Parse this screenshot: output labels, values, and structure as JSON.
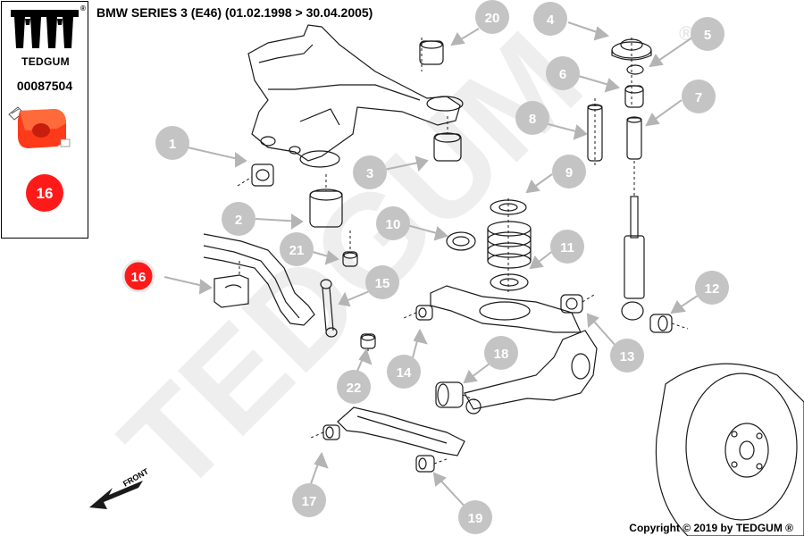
{
  "header": {
    "title": "BMW SERIES 3 (E46)  (01.02.1998 > 30.04.2005)"
  },
  "panel": {
    "brand": "TEDGUM",
    "registered": "®",
    "article_number": "00087504",
    "highlight_part": "16"
  },
  "watermark": {
    "text": "TEDGUM",
    "registered": "®"
  },
  "front_label": "FRONT",
  "copyright": "Copyright © 2019 by TEDGUM ®",
  "colors": {
    "callout_gray": "#c4c4c4",
    "highlight_red": "#ff1a1a",
    "line": "#1a1a1a",
    "watermark": "#eeeeee"
  },
  "callouts": [
    {
      "number": "1"
    },
    {
      "number": "2"
    },
    {
      "number": "3"
    },
    {
      "number": "4"
    },
    {
      "number": "5"
    },
    {
      "number": "6"
    },
    {
      "number": "7"
    },
    {
      "number": "8"
    },
    {
      "number": "9"
    },
    {
      "number": "10"
    },
    {
      "number": "11"
    },
    {
      "number": "12"
    },
    {
      "number": "13"
    },
    {
      "number": "14"
    },
    {
      "number": "15"
    },
    {
      "number": "16"
    },
    {
      "number": "17"
    },
    {
      "number": "18"
    },
    {
      "number": "19"
    },
    {
      "number": "20"
    },
    {
      "number": "21"
    },
    {
      "number": "22"
    }
  ]
}
